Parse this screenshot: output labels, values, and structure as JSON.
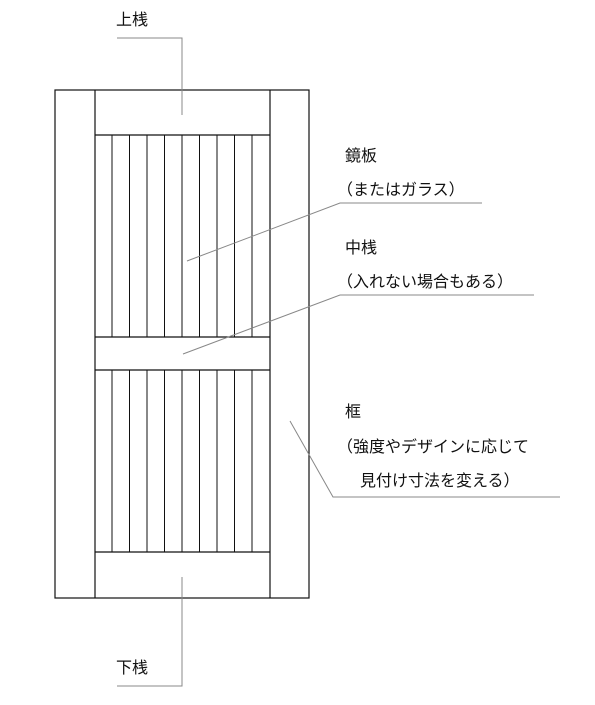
{
  "labels": {
    "top_rail": "上桟",
    "bottom_rail": "下桟",
    "panel_line1": "鏡板",
    "panel_line2": "（またはガラス）",
    "middle_rail_line1": "中桟",
    "middle_rail_line2": "（入れない場合もある）",
    "frame_line1": "框",
    "frame_line2": "（強度やデザインに応じて",
    "frame_line3": "見付け寸法を変える）"
  },
  "colors": {
    "stroke": "#111111",
    "leader": "#888888",
    "background": "#ffffff"
  }
}
